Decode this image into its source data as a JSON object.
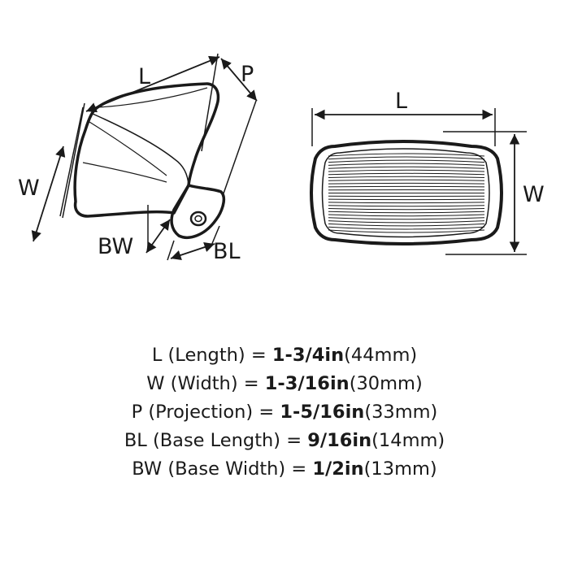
{
  "diagram": {
    "side_view": {
      "labels": {
        "length": "L",
        "width": "W",
        "projection": "P",
        "base_width": "BW",
        "base_length": "BL"
      }
    },
    "top_view": {
      "labels": {
        "length": "L",
        "width": "W"
      }
    }
  },
  "specs": [
    {
      "code": "L",
      "name": "(Length)",
      "eq": "=",
      "value": "1-3/4in",
      "metric": "(44mm)"
    },
    {
      "code": "W",
      "name": "(Width)",
      "eq": "=",
      "value": "1-3/16in",
      "metric": "(30mm)"
    },
    {
      "code": "P",
      "name": "(Projection)",
      "eq": "=",
      "value": "1-5/16in",
      "metric": "(33mm)"
    },
    {
      "code": "BL",
      "name": "(Base Length)",
      "eq": "=",
      "value": "9/16in",
      "metric": "(14mm)"
    },
    {
      "code": "BW",
      "name": "(Base Width)",
      "eq": "=",
      "value": "1/2in",
      "metric": "(13mm)"
    }
  ]
}
